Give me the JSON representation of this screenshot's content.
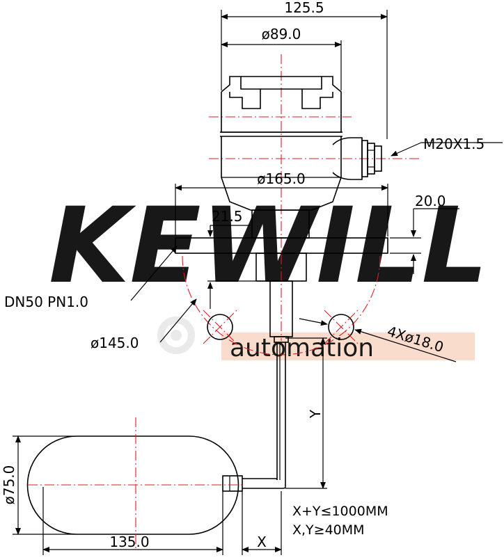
{
  "watermark": {
    "brand": "KEWILL",
    "sub": "automation",
    "brand_color": "#f6c6b0",
    "sub_color": "#f4b899"
  },
  "colors": {
    "line": "#000000",
    "centerline": "#e01b24"
  },
  "dimensions": {
    "overall_width": "125.5",
    "housing_diameter": "ø89.0",
    "thread": "M20X1.5",
    "flange_diameter": "ø165.0",
    "flange_thickness": "20.0",
    "neck_offset": "21.5",
    "flange_rating": "DN50  PN1.0",
    "bolt_circle": "ø145.0",
    "bolt_holes": "4Xø18.0",
    "rod_length": "Y",
    "float_diameter": "ø75.0",
    "float_length": "135.0",
    "arm_length": "X"
  },
  "notes": {
    "line1": "X+Y≤1000MM",
    "line2": "X,Y≥40MM"
  }
}
